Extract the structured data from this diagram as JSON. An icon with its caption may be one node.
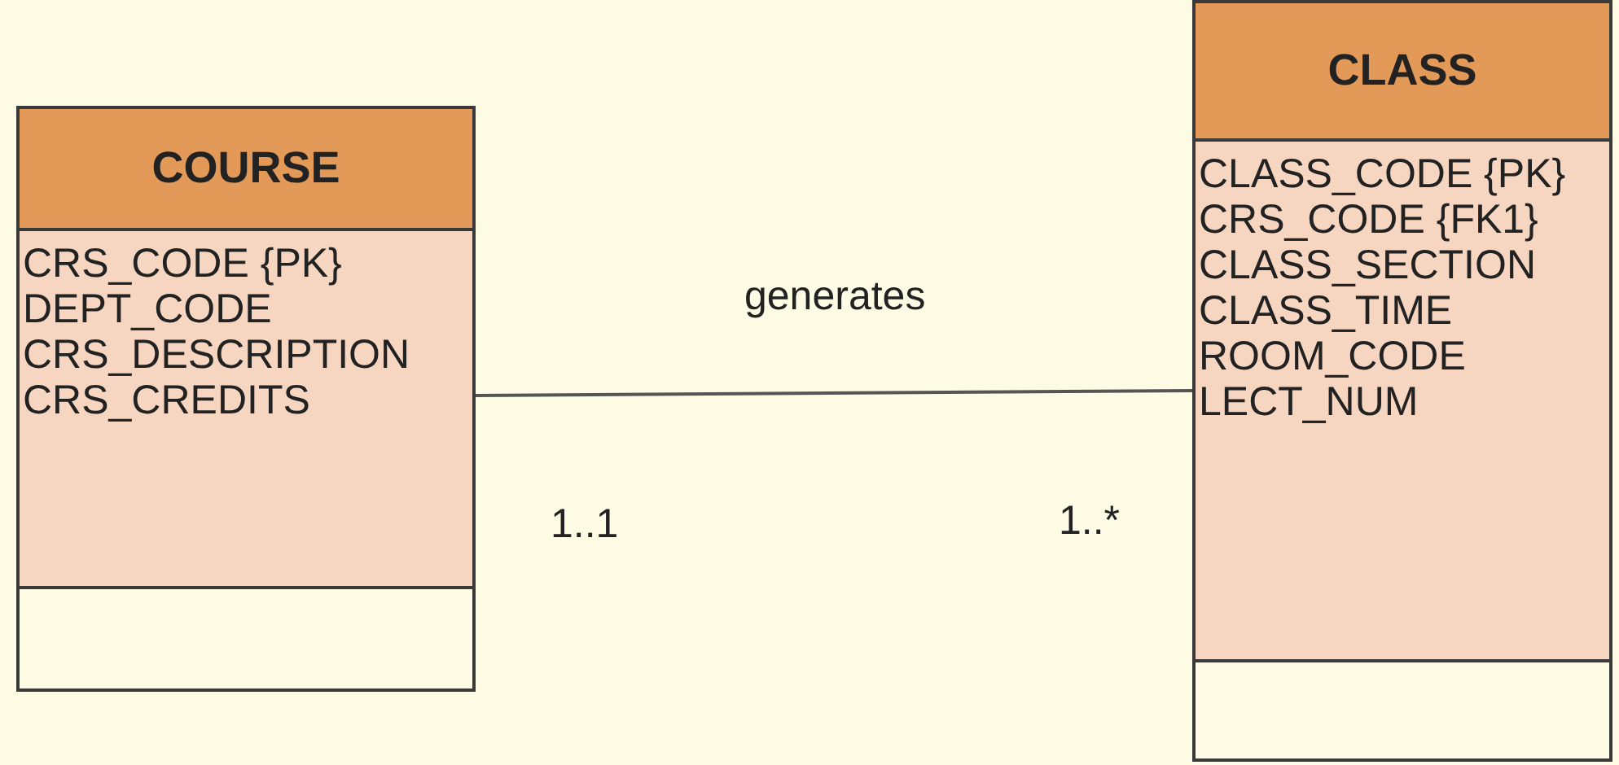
{
  "diagram": {
    "nodes": [
      {
        "text": [
          "COURSE",
          "CRS_CODE {PK}",
          "DEPT_CODE",
          "CRS_DESCRIPTION",
          "CRS_CREDITS"
        ]
      },
      {
        "text": [
          "CLASS",
          "CLASS_CODE {PK}",
          "CRS_CODE {FK1}",
          "CLASS_SECTION",
          "CLASS_TIME",
          "ROOM_CODE",
          "LECT_NUM"
        ]
      }
    ],
    "edges": [
      {
        "from": 0,
        "to": 1,
        "arrow": "none",
        "label": "generates"
      }
    ],
    "labels": [
      "1..1",
      "1..*"
    ]
  }
}
